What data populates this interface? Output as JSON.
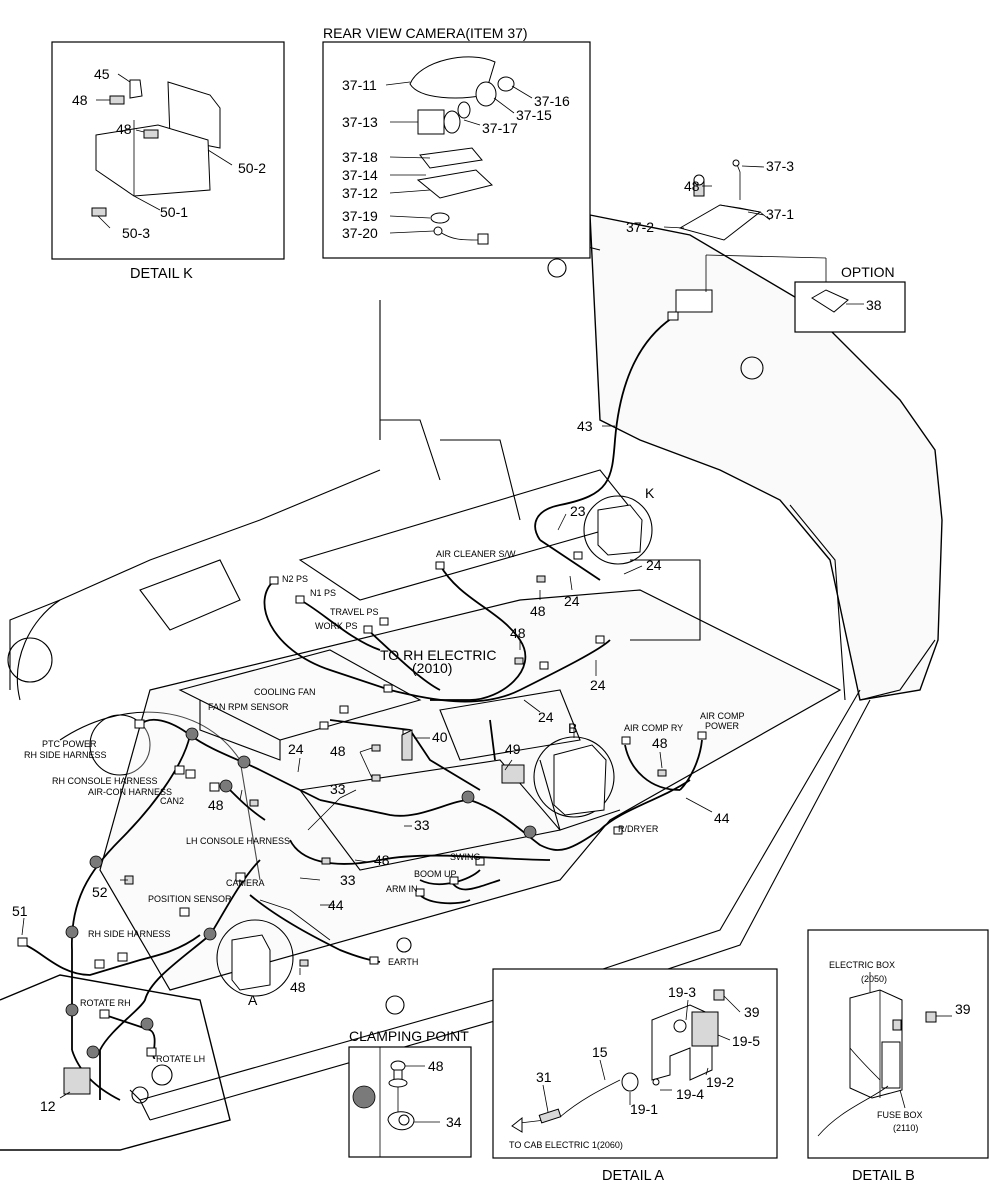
{
  "titles": {
    "detail_k": "DETAIL K",
    "rear_camera": "REAR VIEW CAMERA(ITEM 37)",
    "option": "OPTION",
    "clamping_point": "CLAMPING POINT",
    "detail_a": "DETAIL A",
    "detail_b": "DETAIL B"
  },
  "detail_k_parts": [
    "45",
    "48",
    "48",
    "50-2",
    "50-1",
    "50-3"
  ],
  "camera_parts": [
    "37-11",
    "37-16",
    "37-15",
    "37-13",
    "37-17",
    "37-18",
    "37-14",
    "37-12",
    "37-19",
    "37-20"
  ],
  "top_right_parts": [
    "48",
    "37-3",
    "37-2",
    "37-1",
    "38"
  ],
  "main_numbers": {
    "n43": "43",
    "nK": "K",
    "n23": "23",
    "n24a": "24",
    "n24b": "24",
    "n24c": "24",
    "n24d": "24",
    "n24e": "24",
    "n48a": "48",
    "n48b": "48",
    "n48c": "48",
    "n48d": "48",
    "n48e": "48",
    "n48f": "48",
    "n48g": "48",
    "n40": "40",
    "n49": "49",
    "nB": "B",
    "n44a": "44",
    "n44b": "44",
    "n33a": "33",
    "n33b": "33",
    "n33c": "33",
    "n52": "52",
    "n51": "51",
    "nA": "A",
    "n12": "12"
  },
  "labels": {
    "air_cleaner": "AIR CLEANER S/W",
    "n2ps": "N2 PS",
    "n1ps": "N1 PS",
    "travel_ps": "TRAVEL PS",
    "work_ps": "WORK PS",
    "to_rh_electric": "TO RH ELECTRIC",
    "rh_electric_ref": "(2010)",
    "cooling_fan": "COOLING FAN",
    "fan_rpm": "FAN RPM SENSOR",
    "ptc_power": "PTC POWER",
    "rh_side_harness_top": "RH SIDE HARNESS",
    "rh_console": "RH CONSOLE HARNESS",
    "aircon": "AIR-CON HARNESS",
    "can2": "CAN2",
    "lh_console": "LH CONSOLE HARNESS",
    "camera": "CAMERA",
    "position_sensor": "POSITION SENSOR",
    "rh_side_harness": "RH SIDE HARNESS",
    "rotate_rh": "ROTATE RH",
    "rotate_lh": "ROTATE LH",
    "earth": "EARTH",
    "boom_up": "BOOM UP",
    "arm_in": "ARM IN",
    "swing": "SWING",
    "rdryer": "R/DRYER",
    "air_comp_ry": "AIR COMP RY",
    "air_comp_power_1": "AIR COMP",
    "air_comp_power_2": "POWER"
  },
  "clamping_parts": [
    "48",
    "34"
  ],
  "detail_a": {
    "parts": [
      "19-3",
      "39",
      "19-5",
      "15",
      "19-2",
      "31",
      "19-4",
      "19-1"
    ],
    "to_cab": "TO CAB ELECTRIC 1(2060)"
  },
  "detail_b": {
    "electric_box": "ELECTRIC BOX",
    "electric_box_ref": "(2050)",
    "part39": "39",
    "fuse_box": "FUSE BOX",
    "fuse_box_ref": "(2110)"
  }
}
